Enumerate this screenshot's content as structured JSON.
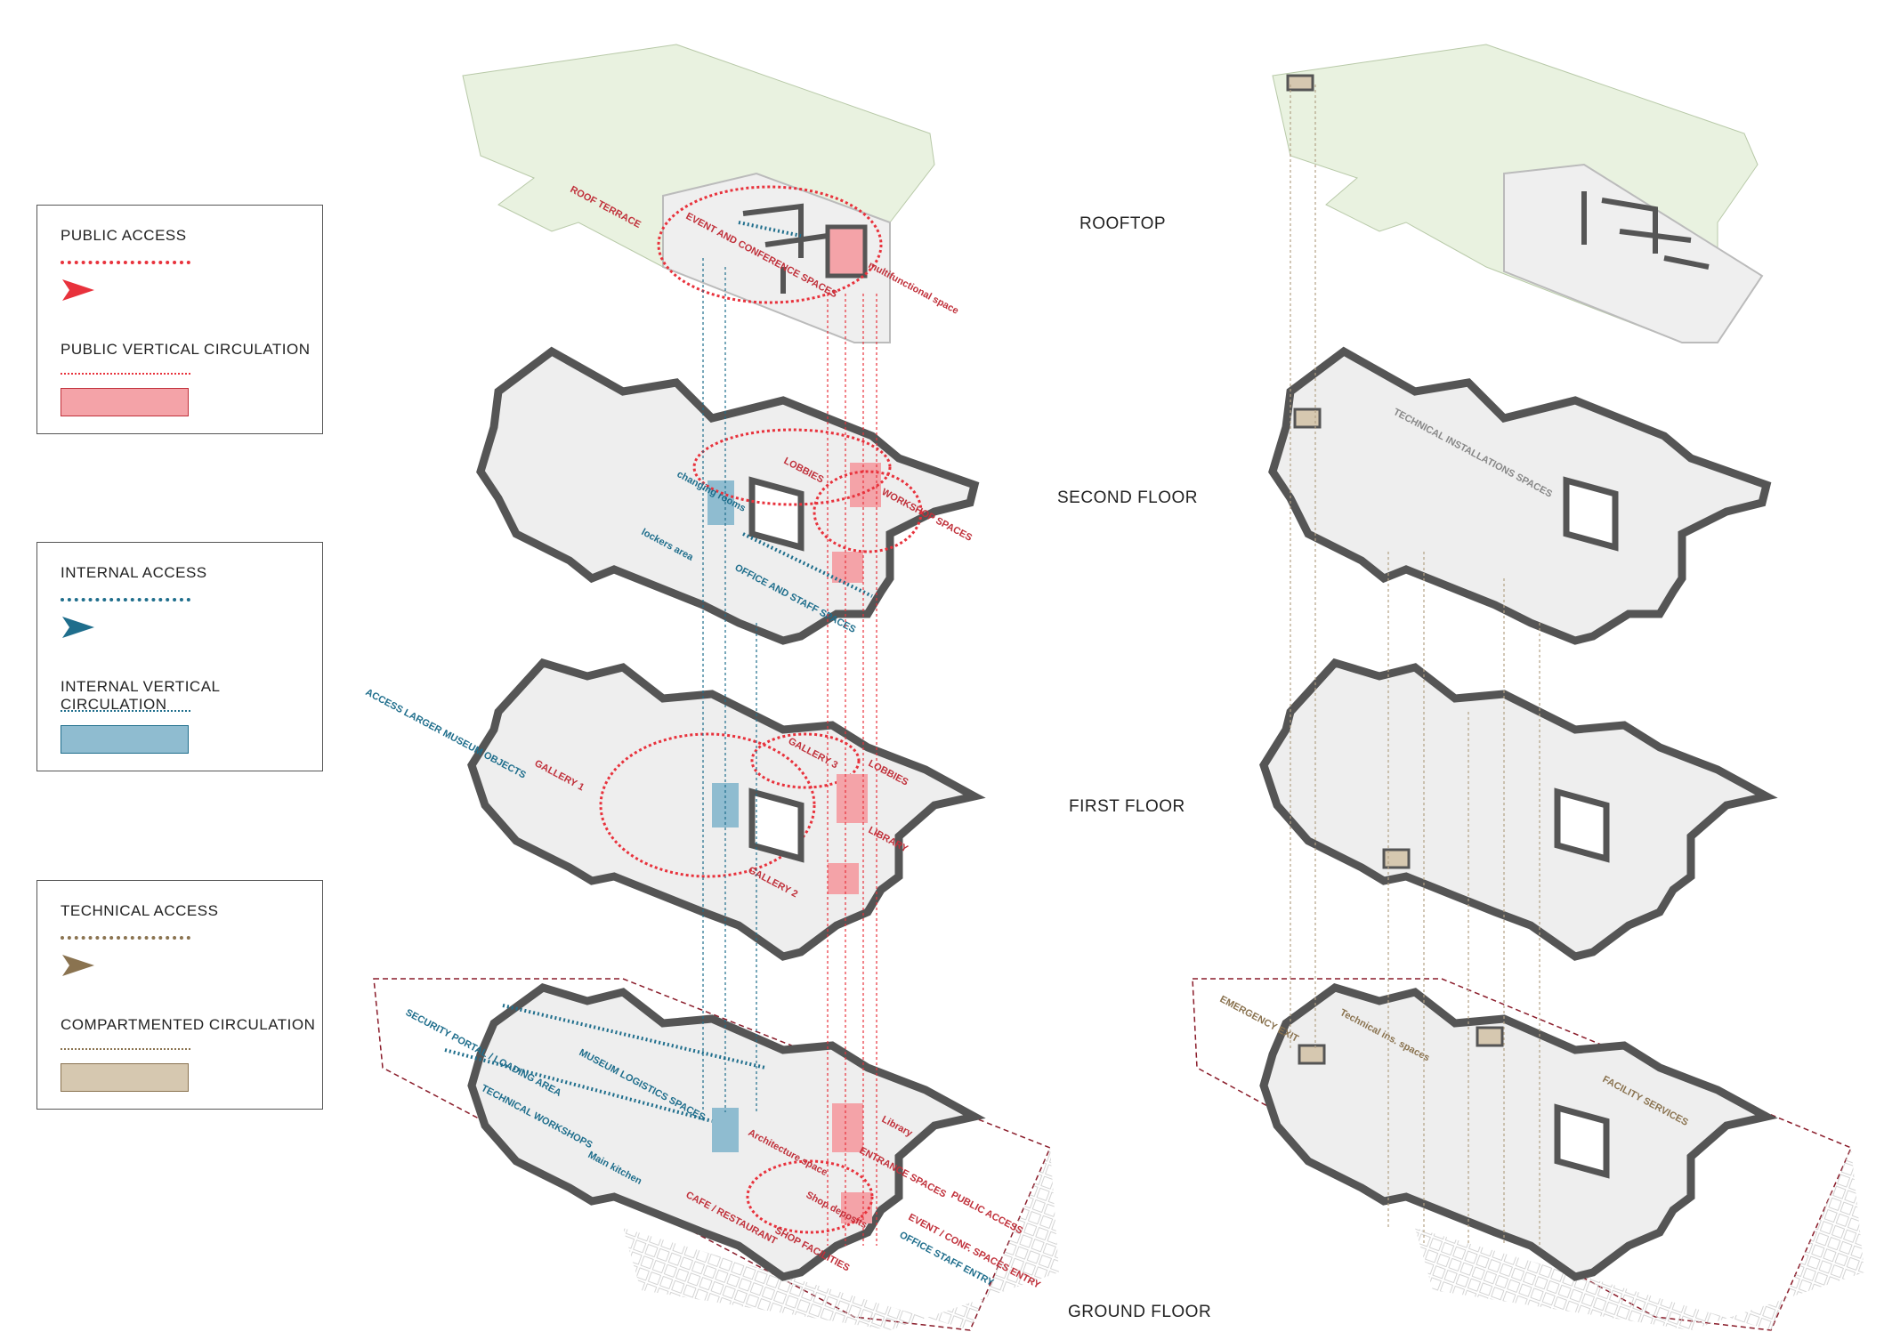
{
  "legend": {
    "public": {
      "access_label": "PUBLIC ACCESS",
      "vertical_label": "PUBLIC VERTICAL CIRCULATION",
      "color": "#e8323c",
      "fill": "#f4a3a8"
    },
    "internal": {
      "access_label": "INTERNAL ACCESS",
      "vertical_label": "INTERNAL VERTICAL CIRCULATION",
      "color": "#1f6e8c",
      "fill": "#8fbcd0"
    },
    "technical": {
      "access_label": "TECHNICAL ACCESS",
      "vertical_label": "COMPARTMENTED CIRCULATION",
      "color": "#8a7350",
      "fill": "#d6c8b0"
    }
  },
  "floors": {
    "rooftop": "ROOFTOP",
    "second": "SECOND FLOOR",
    "first": "FIRST FLOOR",
    "ground": "GROUND FLOOR"
  },
  "labels": {
    "roof_terrace": "ROOF TERRACE",
    "event_spaces": "EVENT AND CONFERENCE SPACES",
    "multifunctional": "multifunctional space",
    "lobbies": "LOBBIES",
    "workshop_spaces": "WORKSHOP SPACES",
    "changing_rooms": "changing rooms",
    "lockers": "lockers area",
    "office_staff": "OFFICE AND STAFF SPACES",
    "technical_installations": "TECHNICAL INSTALLATIONS SPACES",
    "access_larger": "ACCESS LARGER MUSEUM OBJECTS",
    "gallery1": "GALLERY 1",
    "gallery2": "GALLERY 2",
    "gallery3": "GALLERY 3",
    "lobbies_first": "LOBBIES",
    "library_first": "LIBRARY",
    "security_portal": "SECURITY PORTAL / LOADING AREA",
    "museum_logistics": "MUSEUM LOGISTICS SPACES",
    "technical_workshops": "TECHNICAL WORKSHOPS",
    "main_kitchen": "Main kitchen",
    "cafe": "CAFE / RESTAURANT",
    "architecture_space": "Architecture space",
    "library_ground": "Library",
    "entrance_spaces": "ENTRANCE SPACES",
    "shop_facilities": "SHOP FACILITIES",
    "shop_deposits": "Shop deposits",
    "public_access_entry": "PUBLIC ACCESS",
    "event_entry": "EVENT / CONF. SPACES ENTRY",
    "office_entry": "OFFICE STAFF ENTRY",
    "emergency_exit": "EMERGENCY EXIT",
    "technical_ins": "Technical ins. spaces",
    "facility_services": "FACILITY SERVICES"
  }
}
